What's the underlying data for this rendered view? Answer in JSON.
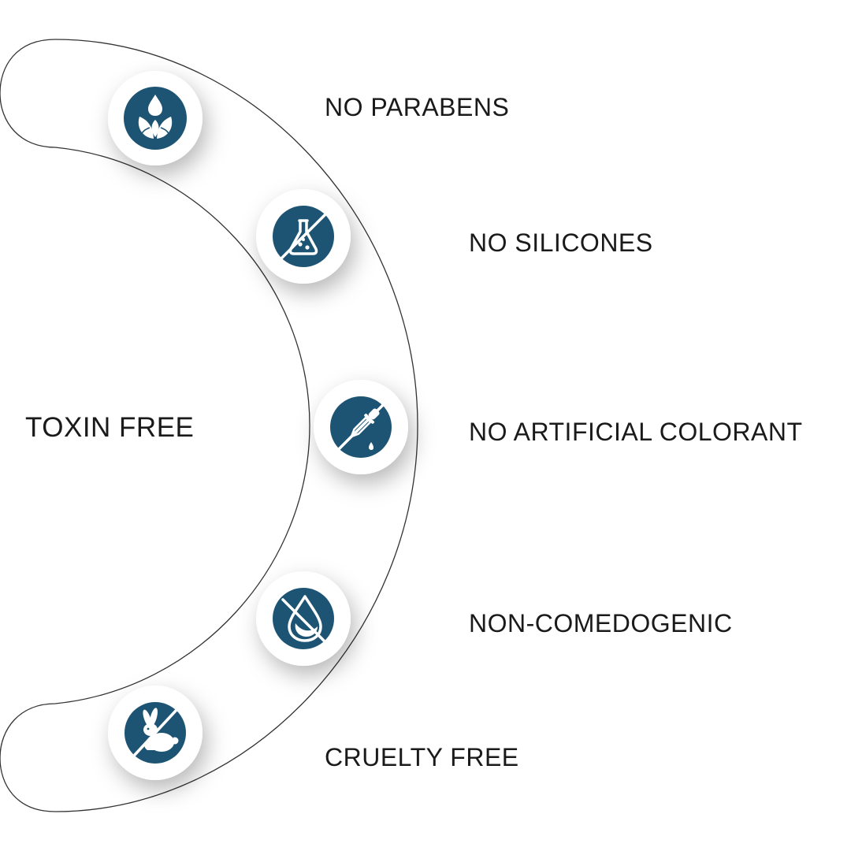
{
  "center_label": "TOXIN FREE",
  "colors": {
    "badge_fill": "#1d5473",
    "badge_outer": "#ffffff",
    "band_outline": "#333333",
    "text": "#1a1a1a"
  },
  "features": [
    {
      "label": "NO PARABENS",
      "icon": "leaf-drop-icon"
    },
    {
      "label": "NO SILICONES",
      "icon": "no-flask-icon"
    },
    {
      "label": "NO ARTIFICIAL COLORANT",
      "icon": "no-dropper-icon"
    },
    {
      "label": "NON-COMEDOGENIC",
      "icon": "no-oil-drop-icon"
    },
    {
      "label": "CRUELTY FREE",
      "icon": "no-rabbit-icon"
    }
  ]
}
